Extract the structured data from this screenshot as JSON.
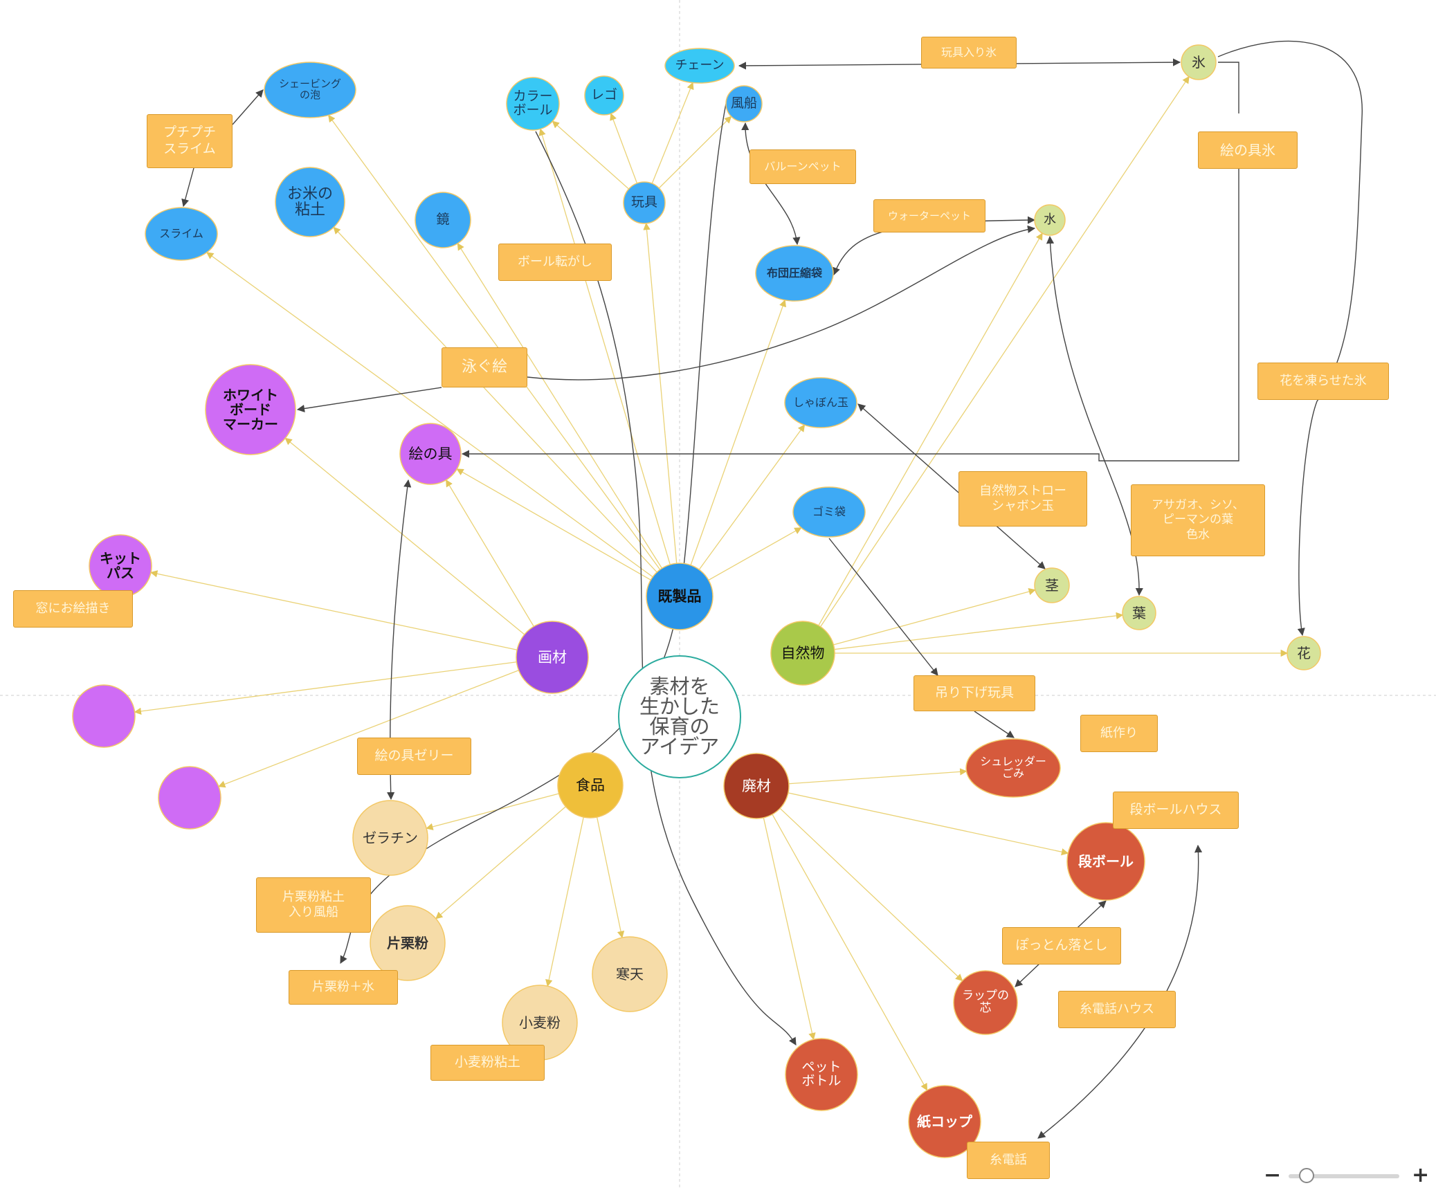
{
  "diagram": {
    "center_title": "素材を\n生かした\n保育の\nアイデア",
    "categories": {
      "kiseihin": "既製品",
      "gazai": "画材",
      "shizenbutsu": "自然物",
      "shokuhin": "食品",
      "haizai": "廃材"
    },
    "items": {
      "chain": "チェーン",
      "color_ball": "カラー\nボール",
      "lego": "レゴ",
      "fusen": "風船",
      "omocha": "玩具",
      "shaving": "シェービング\nの泡",
      "slime": "スライム",
      "okome": "お米の\n粘土",
      "kagami": "鏡",
      "futon": "布団圧縮袋",
      "shabon": "しゃぼん玉",
      "gomi": "ゴミ袋",
      "whiteboard": "ホワイト\nボード\nマーカー",
      "enogu": "絵の具",
      "kitpas": "キット\nパス",
      "koori": "氷",
      "mizu": "水",
      "kuki": "茎",
      "ha": "葉",
      "hana": "花",
      "gelatin": "ゼラチン",
      "katakuriko": "片栗粉",
      "kanten": "寒天",
      "komugiko": "小麦粉",
      "shredder": "シュレッダー\nごみ",
      "danboru": "段ボール",
      "wrap": "ラップの\n芯",
      "pet": "ペット\nボトル",
      "kamicup": "紙コップ"
    },
    "labels": {
      "omocha_iri_koori": "玩具入り氷",
      "puchipuchi": "プチプチ\nスライム",
      "balloon_pet": "バルーンペット",
      "water_pet": "ウォーターペット",
      "enogu_koori": "絵の具氷",
      "ball_korogashi": "ボール転がし",
      "oyogu_e": "泳ぐ絵",
      "hana_koori": "花を凍らせた氷",
      "shizen_straw": "自然物ストロー\nシャボン玉",
      "asagao": "アサガオ、シソ、\nピーマンの葉\n色水",
      "mado": "窓にお絵描き",
      "tsurisage": "吊り下げ玩具",
      "kamizukuri": "紙作り",
      "enogu_jelly": "絵の具ゼリー",
      "danboru_house": "段ボールハウス",
      "katakuri_nendo": "片栗粉粘土\n入り風船",
      "pottondoshi": "ぽっとん落とし",
      "katakuri_mizu": "片栗粉＋水",
      "itodenwa_house": "糸電話ハウス",
      "komugi_nendo": "小麦粉粘土",
      "itodenwa": "糸電話"
    }
  },
  "colors": {
    "kiseihin": "#2a95e8",
    "kiseihin_item": "#3eaaf5",
    "kiseihin_item_light": "#38c8f5",
    "gazai": "#9a4de0",
    "gazai_item": "#cf6cf5",
    "shizenbutsu": "#a9c94a",
    "shizen_item": "#d6e39a",
    "shokuhin": "#efbf3a",
    "shokuhin_item": "#f6dca8",
    "haizai": "#a63b24",
    "haizai_item": "#d65a3c",
    "label": "#fbc05a",
    "link": "#ead276",
    "arrow": "#444444"
  }
}
